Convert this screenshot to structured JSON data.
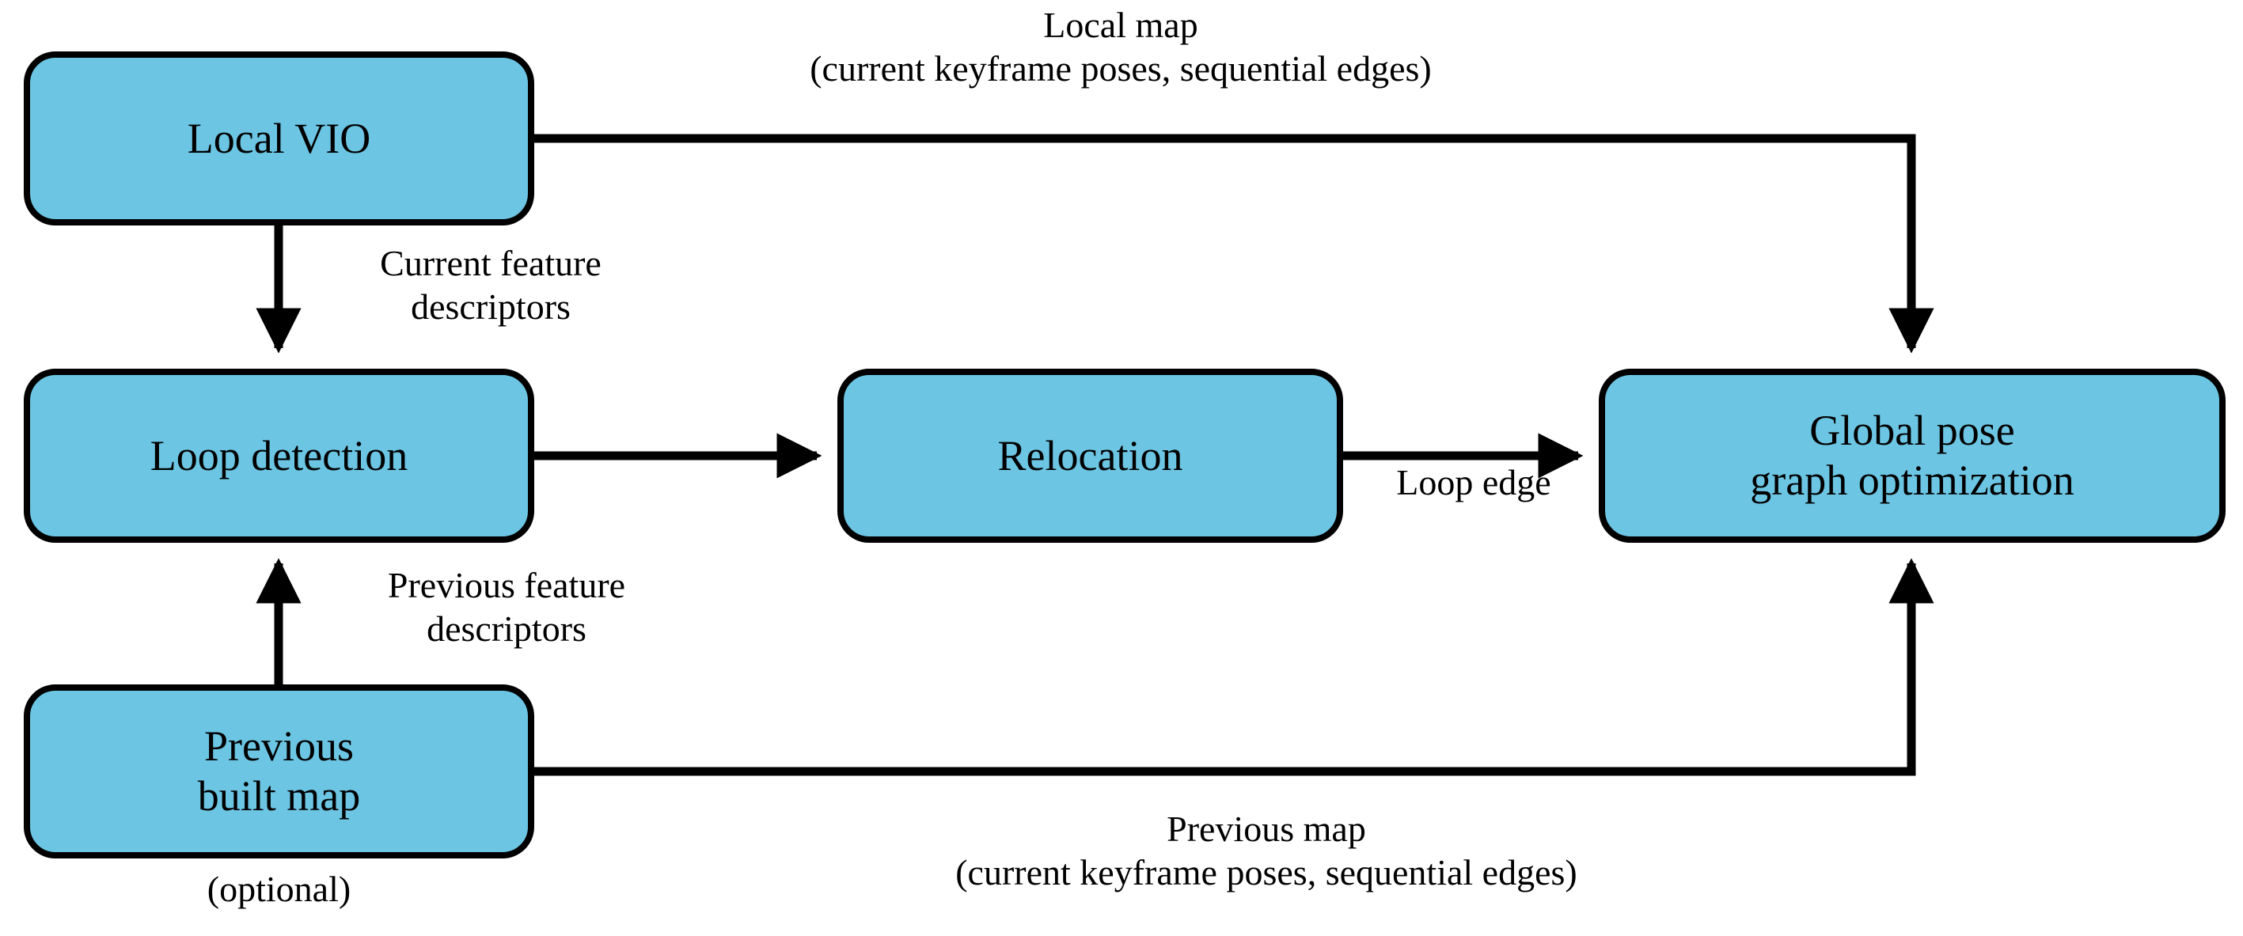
{
  "diagram": {
    "title": "Pose graph optimization pipeline",
    "background_color": "#FFFFFF",
    "node_fill_color": "#6CC5E3",
    "node_border_color": "#000000",
    "edge_color": "#000000",
    "nodes": [
      {
        "id": "local-vio",
        "label": "Local VIO"
      },
      {
        "id": "loop-detection",
        "label": "Loop detection"
      },
      {
        "id": "previous-map",
        "label": "Previous\nbuilt map"
      },
      {
        "id": "relocation",
        "label": "Relocation"
      },
      {
        "id": "global-pose",
        "label": "Global pose\ngraph optimization"
      }
    ],
    "annotations": [
      {
        "id": "optional",
        "label": "(optional)",
        "for": "previous-map"
      }
    ],
    "edges": [
      {
        "id": "local-map",
        "from": "local-vio",
        "to": "global-pose",
        "label": "Local map\n(current keyframe poses, sequential edges)"
      },
      {
        "id": "current-feature-descriptors",
        "from": "local-vio",
        "to": "loop-detection",
        "label": "Current feature\ndescriptors"
      },
      {
        "id": "previous-feature-descriptors",
        "from": "previous-map",
        "to": "loop-detection",
        "label": "Previous feature\ndescriptors"
      },
      {
        "id": "detection-to-relocation",
        "from": "loop-detection",
        "to": "relocation",
        "label": ""
      },
      {
        "id": "loop-edge",
        "from": "relocation",
        "to": "global-pose",
        "label": "Loop edge"
      },
      {
        "id": "previous-map-edge",
        "from": "previous-map",
        "to": "global-pose",
        "label": "Previous map\n(current keyframe poses, sequential edges)"
      }
    ]
  }
}
